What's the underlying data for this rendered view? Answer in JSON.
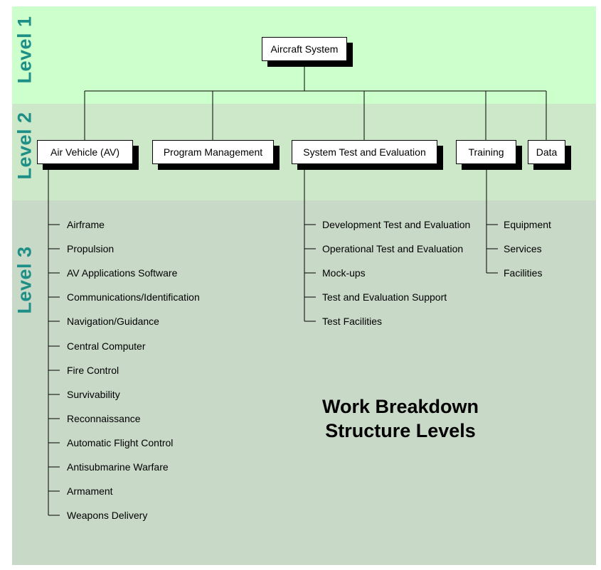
{
  "levels": {
    "level1": "Level 1",
    "level2": "Level 2",
    "level3": "Level 3"
  },
  "root": "Aircraft System",
  "level2_nodes": {
    "air_vehicle": "Air Vehicle (AV)",
    "program_management": "Program Management",
    "system_test": "System Test and Evaluation",
    "training": "Training",
    "data": "Data"
  },
  "air_vehicle_children": [
    "Airframe",
    "Propulsion",
    "AV Applications Software",
    "Communications/Identification",
    "Navigation/Guidance",
    "Central Computer",
    "Fire Control",
    "Survivability",
    "Reconnaissance",
    "Automatic Flight Control",
    "Antisubmarine Warfare",
    "Armament",
    "Weapons Delivery"
  ],
  "system_test_children": [
    "Development Test and Evaluation",
    "Operational Test and Evaluation",
    "Mock-ups",
    "Test and Evaluation Support",
    "Test Facilities"
  ],
  "training_children": [
    "Equipment",
    "Services",
    "Facilities"
  ],
  "title": {
    "line1": "Work Breakdown",
    "line2": "Structure Levels"
  },
  "colors": {
    "level1_band": "#ccffcc",
    "level2_band": "#cce8c8",
    "level3_band": "#c8d9c8",
    "level_label": "#1e8f87"
  }
}
